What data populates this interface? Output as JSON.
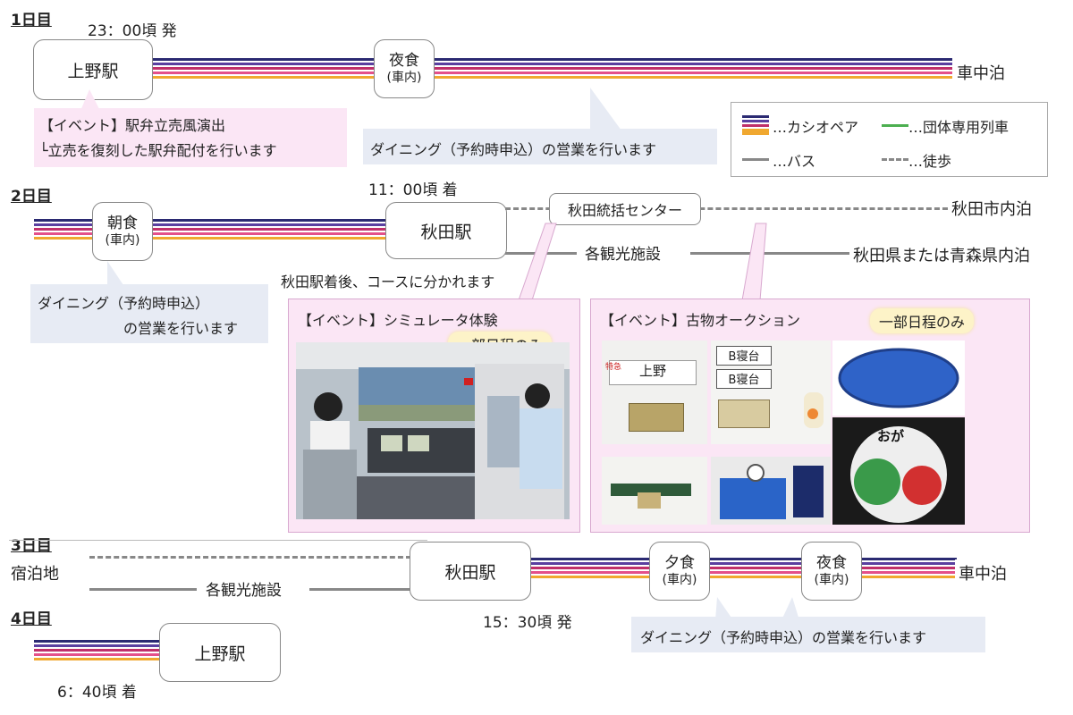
{
  "colors": {
    "cassiopeia_stripes": [
      "#2b2a72",
      "#5a3fa0",
      "#c0306a",
      "#e4508a",
      "#f0a830"
    ],
    "group_train": "#4caf50",
    "bus": "#888888",
    "callout_blue": "#e7ebf4",
    "callout_pink": "#fbe6f5",
    "badge": "#fdf3c8"
  },
  "legend": {
    "cassiopeia": "…カシオペア",
    "group_train": "…団体専用列車",
    "bus": "…バス",
    "walk": "…徒歩"
  },
  "day1": {
    "label": "1日目",
    "depart_time": "23：00頃 発",
    "station": "上野駅",
    "meal_title": "夜食",
    "meal_sub": "(車内)",
    "end": "車中泊",
    "event_line1": "【イベント】駅弁立売風演出",
    "event_line2": "└立売を復刻した駅弁配付を行います",
    "dining": "ダイニング（予約時申込）の営業を行います"
  },
  "day2": {
    "label": "2日目",
    "arrive_time": "11：00頃 着",
    "meal_title": "朝食",
    "meal_sub": "(車内)",
    "station": "秋田駅",
    "center": "秋田統括センター",
    "end_walk": "秋田市内泊",
    "sightseeing": "各観光施設",
    "end_bus": "秋田県または青森県内泊",
    "dining_line1": "ダイニング（予約時申込）",
    "dining_line2": "の営業を行います",
    "split_note": "秋田駅着後、コースに分かれます",
    "event_sim_title": "【イベント】シミュレータ体験",
    "event_sim_badge": "一部日程のみ",
    "event_auction_title": "【イベント】古物オークション",
    "event_auction_badge": "一部日程のみ"
  },
  "auction_items": {
    "sign1": "上野",
    "sign2": "B寝台",
    "sign3": "B寝台",
    "plate": "おが",
    "small_sign": "特急"
  },
  "day3": {
    "label": "3日目",
    "start": "宿泊地",
    "sightseeing": "各観光施設",
    "station": "秋田駅",
    "depart_time": "15：30頃 発",
    "meal1_title": "夕食",
    "meal1_sub": "(車内)",
    "meal2_title": "夜食",
    "meal2_sub": "(車内)",
    "end": "車中泊",
    "dining": "ダイニング（予約時申込）の営業を行います"
  },
  "day4": {
    "label": "4日目",
    "station": "上野駅",
    "arrive_time": "6：40頃 着"
  }
}
